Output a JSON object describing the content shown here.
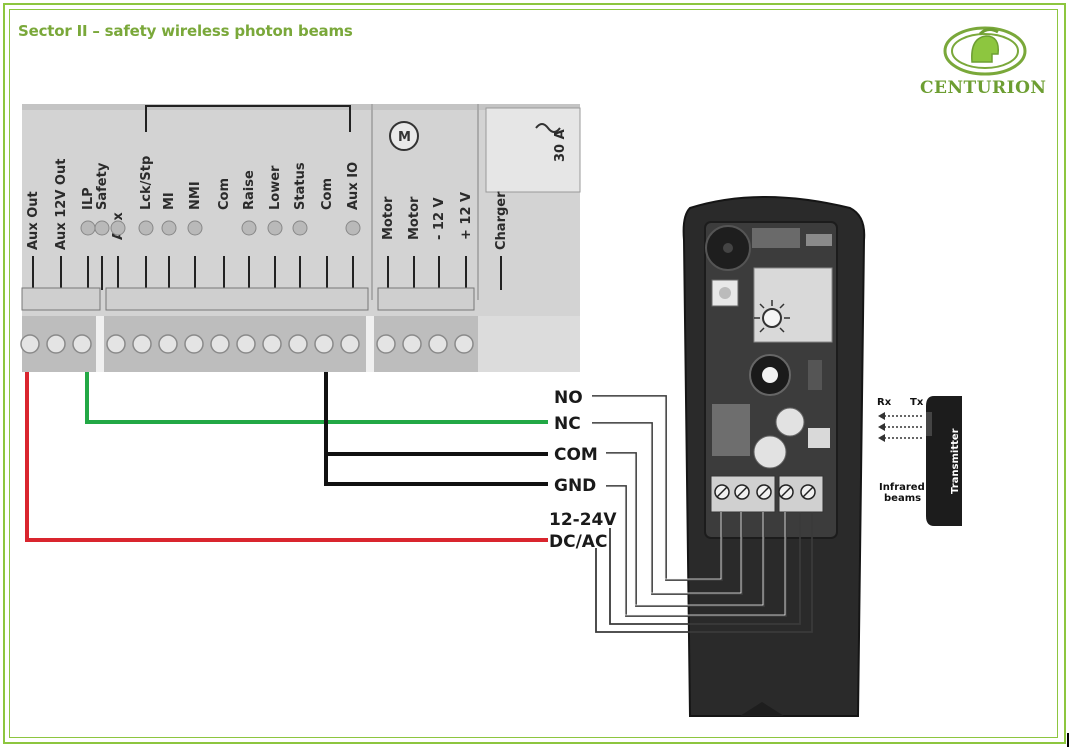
{
  "heading": "Sector II – safety wireless photon beams",
  "brand": {
    "name": "CENTURION"
  },
  "controller": {
    "terminals": [
      "Aux Out",
      "Aux 12V Out",
      "ILP",
      "Safety",
      "Aux",
      "Lck/Stp",
      "MI",
      "NMI",
      "Com",
      "Raise",
      "Lower",
      "Status",
      "Com",
      "Aux IO",
      "Motor",
      "Motor",
      "- 12 V",
      "+ 12 V",
      "Charger"
    ],
    "fuse": "30 A"
  },
  "signals": [
    "NO",
    "NC",
    "COM",
    "GND",
    "12-24V",
    "DC/AC"
  ],
  "receiver": {
    "rx_label": "Rx",
    "tx_label": "Tx",
    "transmitter_label": "Transmitter",
    "beams_label_1": "Infrared",
    "beams_label_2": "beams"
  },
  "wire_colors": {
    "power": "#d9252e",
    "safety": "#22a845",
    "common": "#111111",
    "frame": "#8dc63f"
  }
}
